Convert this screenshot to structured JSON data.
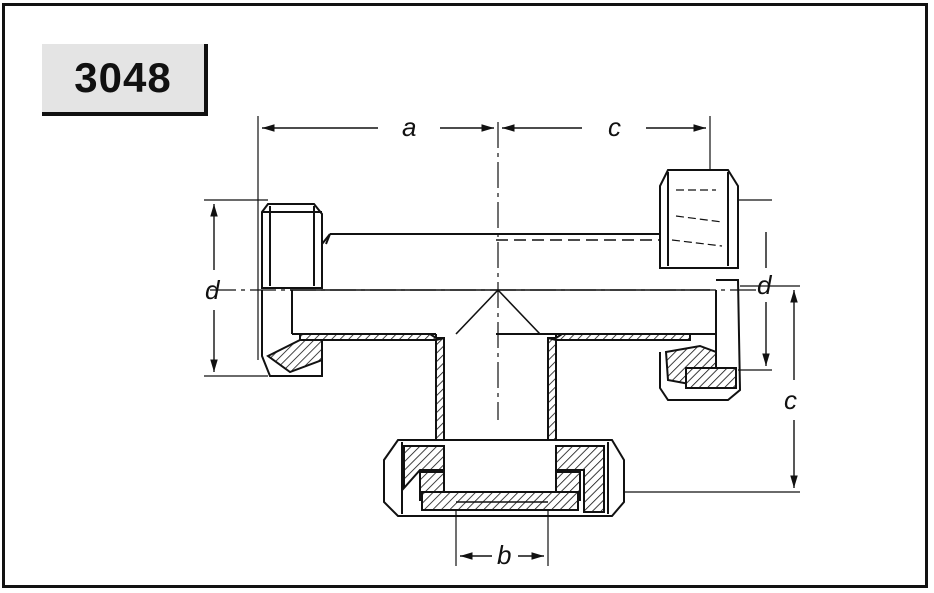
{
  "part_number": "3048",
  "dimensions": {
    "a": "a",
    "b": "b",
    "c_top": "c",
    "c_right": "c",
    "d_left": "d",
    "d_right": "d"
  },
  "colors": {
    "line": "#111111",
    "badge_background": "#e4e4e4",
    "background": "#ffffff"
  }
}
